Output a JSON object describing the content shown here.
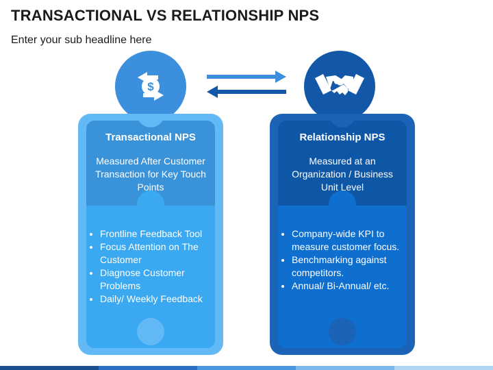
{
  "slide": {
    "title": "TRANSACTIONAL VS RELATIONSHIP NPS",
    "subtitle": "Enter your sub headline here"
  },
  "icons": {
    "left": "exchange-dollar-icon",
    "right": "handshake-icon",
    "middle": "bidirectional-arrows-icon"
  },
  "cards": [
    {
      "title": "Transactional NPS",
      "description": "Measured After Customer Transaction for Key Touch Points",
      "bullets": [
        "Frontline Feedback Tool",
        "Focus Attention on The Customer",
        "Diagnose Customer Problems",
        "Daily/ Weekly Feedback"
      ]
    },
    {
      "title": "Relationship NPS",
      "description": "Measured at an Organization / Business Unit Level",
      "bullets": [
        "Company-wide KPI to measure customer focus.",
        "Benchmarking against competitors.",
        "Annual/ Bi-Annual/ etc."
      ]
    }
  ],
  "colors": {
    "light_blue": "#63b9f5",
    "medium_blue": "#3a92d8",
    "dark_blue": "#1a63b6",
    "navy": "#0e57a7",
    "band": [
      "#1b4f8f",
      "#2a6fc1",
      "#4a96df",
      "#7bb9ec",
      "#aed5f3"
    ]
  }
}
